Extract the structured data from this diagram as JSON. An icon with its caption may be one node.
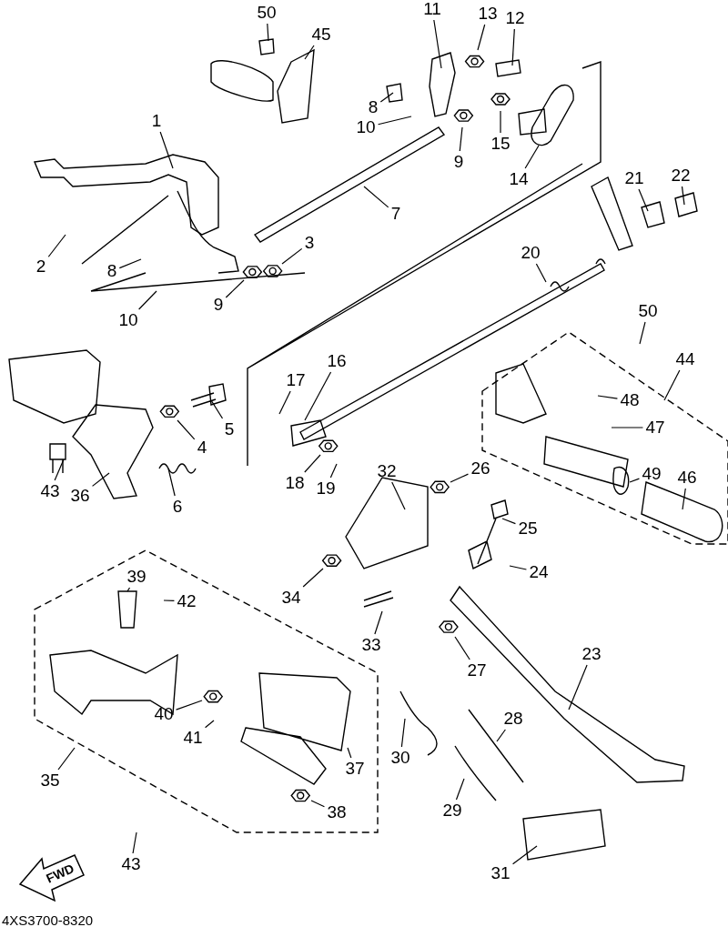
{
  "diagram": {
    "nodes": [
      {
        "text": [
          "50"
        ]
      },
      {
        "text": [
          "45"
        ]
      },
      {
        "text": [
          "11"
        ]
      },
      {
        "text": [
          "13"
        ]
      },
      {
        "text": [
          "12"
        ]
      },
      {
        "text": [
          "8"
        ]
      },
      {
        "text": [
          "10"
        ]
      },
      {
        "text": [
          "9"
        ]
      },
      {
        "text": [
          "15"
        ]
      },
      {
        "text": [
          "14"
        ]
      },
      {
        "text": [
          "1"
        ]
      },
      {
        "text": [
          "7"
        ]
      },
      {
        "text": [
          "21"
        ]
      },
      {
        "text": [
          "22"
        ]
      },
      {
        "text": [
          "2"
        ]
      },
      {
        "text": [
          "3"
        ]
      },
      {
        "text": [
          "8"
        ]
      },
      {
        "text": [
          "9"
        ]
      },
      {
        "text": [
          "10"
        ]
      },
      {
        "text": [
          "20"
        ]
      },
      {
        "text": [
          "50"
        ]
      },
      {
        "text": [
          "16"
        ]
      },
      {
        "text": [
          "17"
        ]
      },
      {
        "text": [
          "44"
        ]
      },
      {
        "text": [
          "48"
        ]
      },
      {
        "text": [
          "47"
        ]
      },
      {
        "text": [
          "5"
        ]
      },
      {
        "text": [
          "4"
        ]
      },
      {
        "text": [
          "32"
        ]
      },
      {
        "text": [
          "26"
        ]
      },
      {
        "text": [
          "43"
        ]
      },
      {
        "text": [
          "36"
        ]
      },
      {
        "text": [
          "6"
        ]
      },
      {
        "text": [
          "18"
        ]
      },
      {
        "text": [
          "19"
        ]
      },
      {
        "text": [
          "49"
        ]
      },
      {
        "text": [
          "46"
        ]
      },
      {
        "text": [
          "25"
        ]
      },
      {
        "text": [
          "24"
        ]
      },
      {
        "text": [
          "34"
        ]
      },
      {
        "text": [
          "39"
        ]
      },
      {
        "text": [
          "42"
        ]
      },
      {
        "text": [
          "33"
        ]
      },
      {
        "text": [
          "27"
        ]
      },
      {
        "text": [
          "23"
        ]
      },
      {
        "text": [
          "40"
        ]
      },
      {
        "text": [
          "41"
        ]
      },
      {
        "text": [
          "37"
        ]
      },
      {
        "text": [
          "28"
        ]
      },
      {
        "text": [
          "30"
        ]
      },
      {
        "text": [
          "35"
        ]
      },
      {
        "text": [
          "29"
        ]
      },
      {
        "text": [
          "38"
        ]
      },
      {
        "text": [
          "31"
        ]
      },
      {
        "text": [
          "43"
        ]
      }
    ],
    "edges": [
      {
        "from": 0,
        "to": null,
        "arrow": "none"
      },
      {
        "from": 1,
        "to": null,
        "arrow": "none"
      },
      {
        "from": 2,
        "to": null,
        "arrow": "none"
      },
      {
        "from": 3,
        "to": null,
        "arrow": "none"
      },
      {
        "from": 4,
        "to": null,
        "arrow": "none"
      },
      {
        "from": 5,
        "to": null,
        "arrow": "none"
      },
      {
        "from": 6,
        "to": null,
        "arrow": "none"
      },
      {
        "from": 7,
        "to": null,
        "arrow": "none"
      },
      {
        "from": 8,
        "to": null,
        "arrow": "none"
      },
      {
        "from": 9,
        "to": null,
        "arrow": "none"
      },
      {
        "from": 10,
        "to": null,
        "arrow": "none"
      },
      {
        "from": 11,
        "to": null,
        "arrow": "none"
      },
      {
        "from": 12,
        "to": null,
        "arrow": "none"
      },
      {
        "from": 13,
        "to": null,
        "arrow": "none"
      },
      {
        "from": 14,
        "to": null,
        "arrow": "none"
      },
      {
        "from": 15,
        "to": null,
        "arrow": "none"
      },
      {
        "from": 16,
        "to": null,
        "arrow": "none"
      },
      {
        "from": 17,
        "to": null,
        "arrow": "none"
      },
      {
        "from": 18,
        "to": null,
        "arrow": "none"
      },
      {
        "from": 19,
        "to": null,
        "arrow": "none"
      },
      {
        "from": 20,
        "to": null,
        "arrow": "none"
      },
      {
        "from": 21,
        "to": null,
        "arrow": "none"
      },
      {
        "from": 22,
        "to": null,
        "arrow": "none"
      },
      {
        "from": 23,
        "to": null,
        "arrow": "none"
      },
      {
        "from": 24,
        "to": null,
        "arrow": "none"
      },
      {
        "from": 25,
        "to": null,
        "arrow": "none"
      },
      {
        "from": 26,
        "to": null,
        "arrow": "none"
      },
      {
        "from": 27,
        "to": null,
        "arrow": "none"
      },
      {
        "from": 28,
        "to": null,
        "arrow": "none"
      },
      {
        "from": 29,
        "to": null,
        "arrow": "none"
      },
      {
        "from": 30,
        "to": null,
        "arrow": "none"
      },
      {
        "from": 31,
        "to": null,
        "arrow": "none"
      },
      {
        "from": 32,
        "to": null,
        "arrow": "none"
      },
      {
        "from": 33,
        "to": null,
        "arrow": "none"
      },
      {
        "from": 34,
        "to": null,
        "arrow": "none"
      },
      {
        "from": 35,
        "to": null,
        "arrow": "none"
      },
      {
        "from": 36,
        "to": null,
        "arrow": "none"
      },
      {
        "from": 37,
        "to": null,
        "arrow": "none"
      },
      {
        "from": 38,
        "to": null,
        "arrow": "none"
      },
      {
        "from": 39,
        "to": null,
        "arrow": "none"
      },
      {
        "from": 40,
        "to": null,
        "arrow": "none"
      },
      {
        "from": 41,
        "to": null,
        "arrow": "none"
      },
      {
        "from": 42,
        "to": null,
        "arrow": "none"
      },
      {
        "from": 43,
        "to": null,
        "arrow": "none"
      },
      {
        "from": 44,
        "to": null,
        "arrow": "none"
      },
      {
        "from": 45,
        "to": null,
        "arrow": "none"
      },
      {
        "from": 46,
        "to": null,
        "arrow": "none"
      },
      {
        "from": 47,
        "to": null,
        "arrow": "none"
      },
      {
        "from": 48,
        "to": null,
        "arrow": "none"
      },
      {
        "from": 49,
        "to": null,
        "arrow": "none"
      },
      {
        "from": 50,
        "to": null,
        "arrow": "none"
      },
      {
        "from": 51,
        "to": null,
        "arrow": "none"
      },
      {
        "from": 52,
        "to": null,
        "arrow": "none"
      },
      {
        "from": 53,
        "to": null,
        "arrow": "none"
      },
      {
        "from": 54,
        "to": null,
        "arrow": "none"
      }
    ],
    "labels": [
      "FWD",
      "4XS3700-8320"
    ]
  }
}
